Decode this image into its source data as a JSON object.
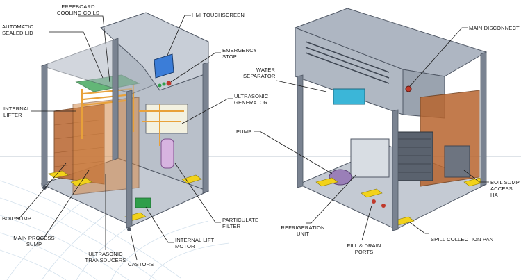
{
  "labels": {
    "freeboard_cooling_coils": "FREEBOARD\nCOOLING COILS",
    "hmi_touchscreen": "HMI TOUCHSCREEN",
    "automatic_sealed_lid": "AUTOMATIC\nSEALED LID",
    "emergency_stop": "EMERGENCY\nSTOP",
    "ultrasonic_generator": "ULTRASONIC\nGENERATOR",
    "internal_lifter": "INTERNAL\nLIFTER",
    "boil_sump": "BOIL SUMP",
    "main_process_sump": "MAIN PROCESS\nSUMP",
    "ultrasonic_transducers": "ULTRASONIC\nTRANSDUCERS",
    "castors": "CASTORS",
    "internal_lift_motor": "INTERNAL LIFT\nMOTOR",
    "particulate_filter": "PARTICULATE\nFILTER",
    "main_disconnect": "MAIN DISCONNECT",
    "water_separator": "WATER\nSEPARATOR",
    "pump": "PUMP",
    "refrigeration_unit": "REFRIGERATION\nUNIT",
    "fill_drain_ports": "FILL & DRAIN\nPORTS",
    "spill_collection_pan": "SPILL COLLECTION PAN",
    "boil_sump_access_hatch": "BOIL SUMP\nACCESS HA"
  },
  "colors": {
    "frame": "#7a8391",
    "frame_dark": "#4f5764",
    "frame_light": "#aeb6c2",
    "copper": "#b8652e",
    "orange_pipe": "#e8a13a",
    "yellow_pad": "#f2d21a",
    "green": "#2f9e4a",
    "cyan": "#3bb6d8",
    "purple": "#9a7fb8",
    "red": "#c0392b",
    "screen_blue": "#3b7dd8"
  }
}
